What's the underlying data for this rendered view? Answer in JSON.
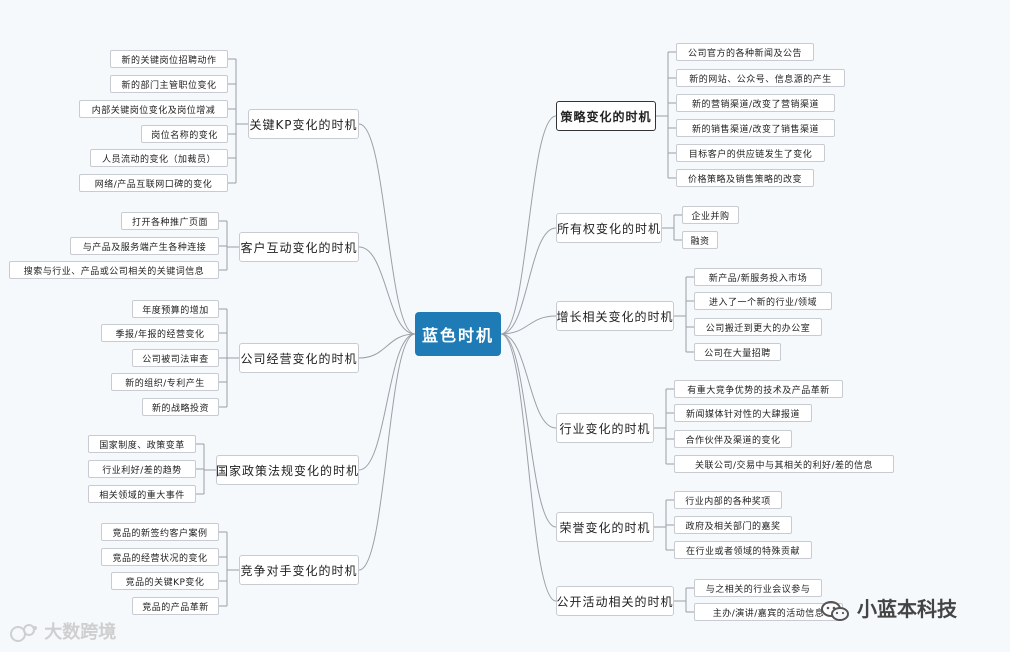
{
  "root": "蓝色时机",
  "colors": {
    "root_fill": "#1f7bb5",
    "line": "#9aa0a6",
    "node_border": "#c8ccd2"
  },
  "left_branches": [
    {
      "label": "关键KP变化的时机",
      "children": [
        "新的关键岗位招聘动作",
        "新的部门主管职位变化",
        "内部关键岗位变化及岗位增减",
        "岗位名称的变化",
        "人员流动的变化（加裁员）",
        "网络/产品互联网口碑的变化"
      ]
    },
    {
      "label": "客户互动变化的时机",
      "children": [
        "打开各种推广页面",
        "与产品及服务端产生各种连接",
        "搜索与行业、产品或公司相关的关键词信息"
      ]
    },
    {
      "label": "公司经营变化的时机",
      "children": [
        "年度预算的增加",
        "季报/年报的经营变化",
        "公司被司法审查",
        "新的组织/专利产生",
        "新的战略投资"
      ]
    },
    {
      "label": "国家政策法规变化的时机",
      "children": [
        "国家制度、政策变革",
        "行业利好/差的趋势",
        "相关领域的重大事件"
      ]
    },
    {
      "label": "竞争对手变化的时机",
      "children": [
        "竞品的新签约客户案例",
        "竞品的经营状况的变化",
        "竞品的关键KP变化",
        "竞品的产品革新"
      ]
    }
  ],
  "right_branches": [
    {
      "label": "策略变化的时机",
      "children": [
        "公司官方的各种新闻及公告",
        "新的网站、公众号、信息源的产生",
        "新的营销渠道/改变了营销渠道",
        "新的销售渠道/改变了销售渠道",
        "目标客户的供应链发生了变化",
        "价格策略及销售策略的改变"
      ]
    },
    {
      "label": "所有权变化的时机",
      "children": [
        "企业并购",
        "融资"
      ]
    },
    {
      "label": "增长相关变化的时机",
      "children": [
        "新产品/新服务投入市场",
        "进入了一个新的行业/领域",
        "公司搬迁到更大的办公室",
        "公司在大量招聘"
      ]
    },
    {
      "label": "行业变化的时机",
      "children": [
        "有重大竞争优势的技术及产品革新",
        "新闻媒体针对性的大肆报道",
        "合作伙伴及渠道的变化",
        "关联公司/交易中与其相关的利好/差的信息"
      ]
    },
    {
      "label": "荣誉变化的时机",
      "children": [
        "行业内部的各种奖项",
        "政府及相关部门的嘉奖",
        "在行业或者领域的特殊贡献"
      ]
    },
    {
      "label": "公开活动相关的时机",
      "children": [
        "与之相关的行业会议参与",
        "主办/演讲/嘉宾的活动信息"
      ]
    }
  ],
  "watermarks": {
    "left": "大数跨境",
    "right": "小蓝本科技"
  }
}
